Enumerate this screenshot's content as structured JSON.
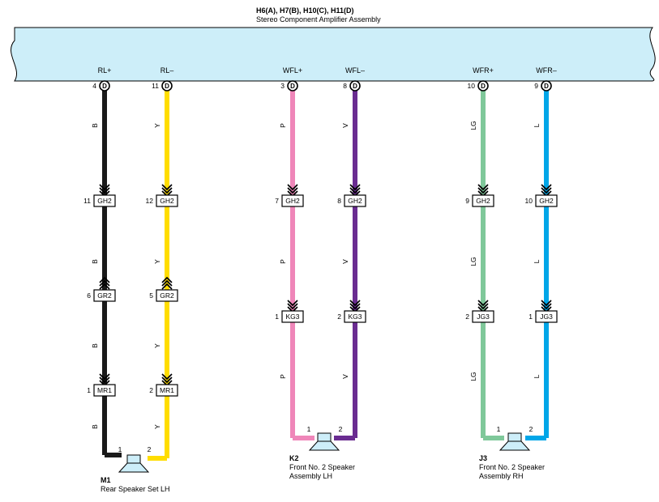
{
  "amplifier": {
    "connectors": "H6(A), H7(B), H10(C), H11(D)",
    "name": "Stereo Component Amplifier Assembly"
  },
  "amp_pin_connector": "D",
  "wires": [
    {
      "signal": "RL+",
      "pin": "4",
      "color_code": "B",
      "color": "#1a1a1a",
      "junctions": [
        {
          "pin": "11",
          "code": "GH2",
          "arrow": "down"
        },
        {
          "pin": "6",
          "code": "GR2",
          "arrow": "up"
        },
        {
          "pin": "1",
          "code": "MR1",
          "arrow": "down"
        }
      ]
    },
    {
      "signal": "RL–",
      "pin": "11",
      "color_code": "Y",
      "color": "#ffdd00",
      "junctions": [
        {
          "pin": "12",
          "code": "GH2",
          "arrow": "down"
        },
        {
          "pin": "5",
          "code": "GR2",
          "arrow": "up"
        },
        {
          "pin": "2",
          "code": "MR1",
          "arrow": "down"
        }
      ]
    },
    {
      "signal": "WFL+",
      "pin": "3",
      "color_code": "P",
      "color": "#ef86b9",
      "junctions": [
        {
          "pin": "7",
          "code": "GH2",
          "arrow": "down"
        },
        {
          "pin": "1",
          "code": "KG3",
          "arrow": "down"
        }
      ]
    },
    {
      "signal": "WFL–",
      "pin": "8",
      "color_code": "V",
      "color": "#6a2c91",
      "junctions": [
        {
          "pin": "8",
          "code": "GH2",
          "arrow": "down"
        },
        {
          "pin": "2",
          "code": "KG3",
          "arrow": "down"
        }
      ]
    },
    {
      "signal": "WFR+",
      "pin": "10",
      "color_code": "LG",
      "color": "#7fc89a",
      "junctions": [
        {
          "pin": "9",
          "code": "GH2",
          "arrow": "down"
        },
        {
          "pin": "2",
          "code": "JG3",
          "arrow": "down"
        }
      ]
    },
    {
      "signal": "WFR–",
      "pin": "9",
      "color_code": "L",
      "color": "#00a6e8",
      "junctions": [
        {
          "pin": "10",
          "code": "GH2",
          "arrow": "down"
        },
        {
          "pin": "1",
          "code": "JG3",
          "arrow": "down"
        }
      ]
    }
  ],
  "speakers": [
    {
      "id": "M1",
      "name_line1": "Rear Speaker Set LH",
      "name_line2": "",
      "pin_plus": "1",
      "pin_minus": "2"
    },
    {
      "id": "K2",
      "name_line1": "Front No.  2 Speaker",
      "name_line2": "Assembly LH",
      "pin_plus": "1",
      "pin_minus": "2"
    },
    {
      "id": "J3",
      "name_line1": "Front No.  2 Speaker",
      "name_line2": "Assembly RH",
      "pin_plus": "1",
      "pin_minus": "2"
    }
  ],
  "colors": {
    "amp_fill": "#cdeef9",
    "speaker_fill": "#cdeef9"
  }
}
